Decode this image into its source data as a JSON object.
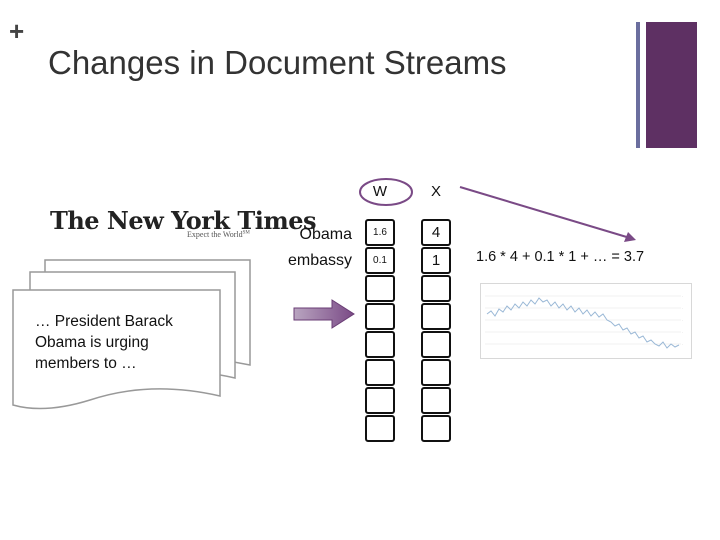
{
  "slide": {
    "plus": "+",
    "title": "Changes in Document Streams"
  },
  "newspaper": {
    "logo_text": "The New York Times",
    "tagline": "Expect the World",
    "tagline_mark": "SM",
    "excerpt": "… President Barack Obama is urging members to …"
  },
  "weights_table": {
    "headers": {
      "w": "W",
      "x": "X"
    },
    "rows": [
      {
        "word": "Obama",
        "w": "1.6",
        "x": "4"
      },
      {
        "word": "embassy",
        "w": "0.1",
        "x": "1"
      }
    ],
    "empty_rows": 6
  },
  "formula": "1.6 * 4 + 0.1 * 1 + … = 3.7",
  "colors": {
    "accent_line": "#6b6e9e",
    "accent_block": "#5e3063",
    "arrow": "#7a4a86",
    "chart_line": "#9ab8d6"
  },
  "icons": [
    "plus-icon",
    "arrow-right-icon",
    "stock-chart-thumbnail"
  ]
}
